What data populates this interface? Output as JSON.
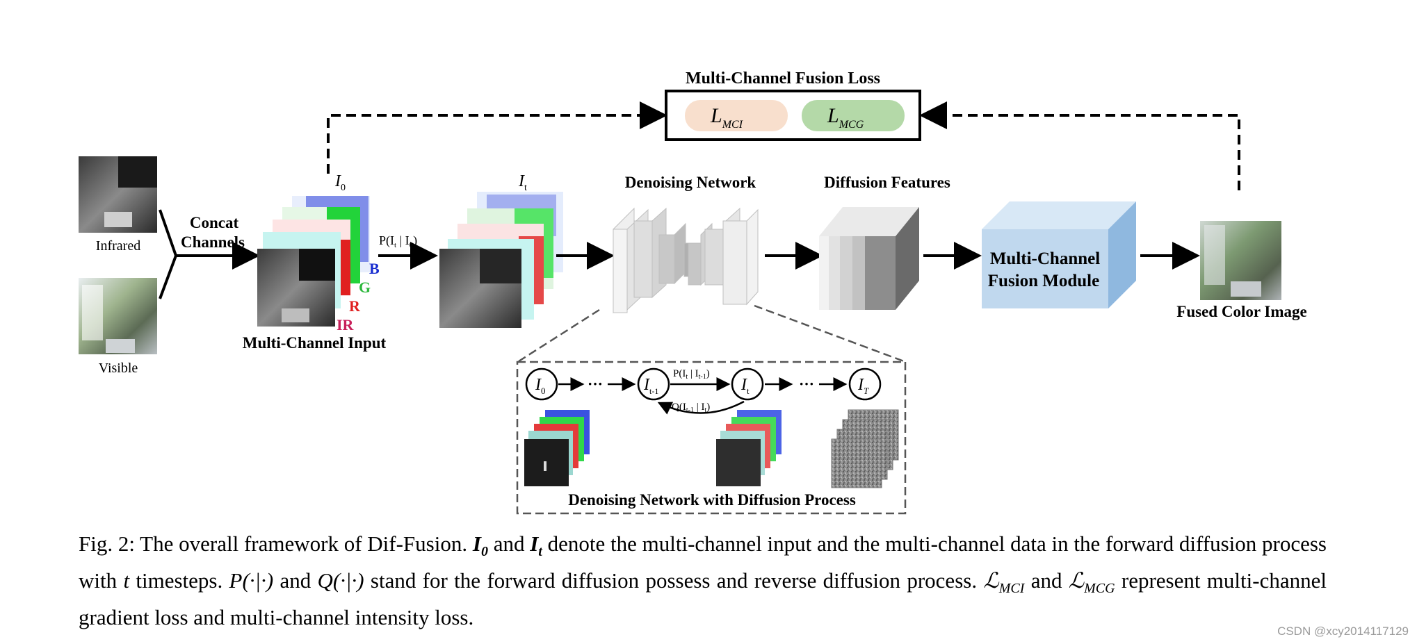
{
  "diagram": {
    "labels": {
      "infrared": "Infrared",
      "visible": "Visible",
      "concat_line1": "Concat",
      "concat_line2": "Channels",
      "multi_channel_input": "Multi-Channel Input",
      "i0": "I",
      "i0_sub": "0",
      "it": "I",
      "it_sub": "t",
      "p_transition": "P(I",
      "p_transition_sub_t": "t",
      "p_transition_mid": " | I",
      "p_transition_sub_0": "0",
      "p_transition_end": ")",
      "channel_b": "B",
      "channel_g": "G",
      "channel_r": "R",
      "channel_ir": "IR",
      "denoising_network": "Denoising Network",
      "diffusion_features": "Diffusion Features",
      "fusion_module_line1": "Multi-Channel",
      "fusion_module_line2": "Fusion Module",
      "fused_color_image": "Fused Color Image",
      "loss_title": "Multi-Channel Fusion Loss",
      "loss_mci": "L",
      "loss_mci_sub": "MCI",
      "loss_mcg": "L",
      "loss_mcg_sub": "MCG",
      "inset_title": "Denoising Network with Diffusion Process",
      "inset_i0": "I",
      "inset_i0_sub": "0",
      "inset_it1": "I",
      "inset_it1_sub": "t-1",
      "inset_it": "I",
      "inset_it_sub": "t",
      "inset_iT": "I",
      "inset_iT_sub": "T",
      "inset_ellipsis": "···",
      "inset_forward": "P(I",
      "inset_forward_sub_a": "t",
      "inset_forward_mid": " | I",
      "inset_forward_sub_b": "t-1",
      "inset_forward_end": ")",
      "inset_reverse": "Q(I",
      "inset_reverse_sub_a": "t-1",
      "inset_reverse_mid": " | I",
      "inset_reverse_sub_b": "t",
      "inset_reverse_end": ")"
    },
    "colors": {
      "loss_mci_fill": "#f8dfcd",
      "loss_mcg_fill": "#b4d9a8",
      "fusion_front": "#c0d8ee",
      "fusion_side": "#8fb8df",
      "fusion_top": "#d8e8f6",
      "channel_b": "#1a2fd0",
      "channel_g": "#2db83d",
      "channel_r": "#e02020",
      "channel_ir": "#c8205a"
    }
  },
  "caption": {
    "p1": "Fig. 2: The overall framework of Dif-Fusion. ",
    "i0": "I",
    "i0_sub": "0",
    "p2": " and ",
    "it": "I",
    "it_sub": "t",
    "p3": " denote the multi-channel input and the multi-channel data in the forward diffusion process with ",
    "t": "t",
    "p4": " timesteps. ",
    "p_fn": "P(·|·)",
    "p5": " and ",
    "q_fn": "Q(·|·)",
    "p6": " stand for the forward diffusion possess and reverse diffusion process. ",
    "l_mci": "ℒ",
    "l_mci_sub": "MCI",
    "p7": " and ",
    "l_mcg": "ℒ",
    "l_mcg_sub": "MCG",
    "p8": " represent multi-channel gradient loss and multi-channel intensity loss."
  },
  "watermark": "CSDN @xcy2014117129"
}
